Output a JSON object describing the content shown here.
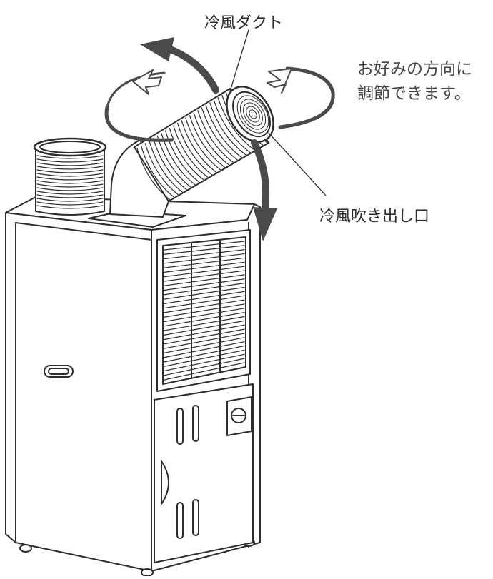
{
  "labels": {
    "duct": "冷風ダクト",
    "outlet": "冷風吹き出し口",
    "adjust_line1": "お好みの方向に",
    "adjust_line2": "調節できます。"
  },
  "colors": {
    "ink": "#2d2d2d",
    "arrow_gray": "#4a4a4a",
    "fill_light": "#ffffff"
  }
}
